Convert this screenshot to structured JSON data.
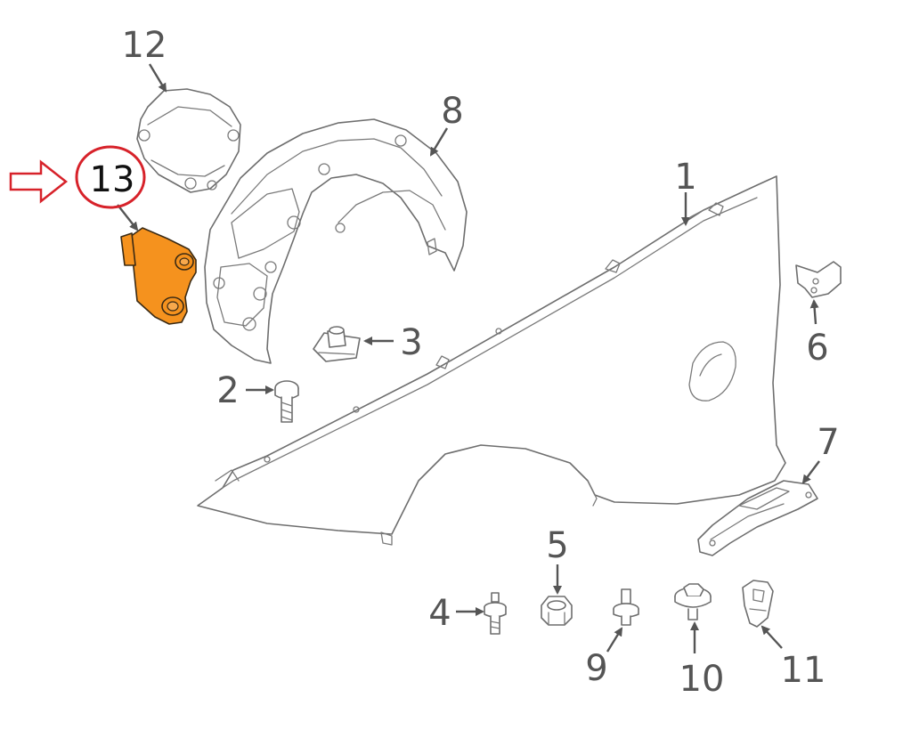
{
  "callouts": {
    "c1": "1",
    "c2": "2",
    "c3": "3",
    "c4": "4",
    "c5": "5",
    "c6": "6",
    "c7": "7",
    "c8": "8",
    "c9": "9",
    "c10": "10",
    "c11": "11",
    "c12": "12",
    "c13": "13"
  },
  "highlight": {
    "part": "13",
    "fill_color": "#F5921E",
    "marker_color": "#D7222A"
  }
}
